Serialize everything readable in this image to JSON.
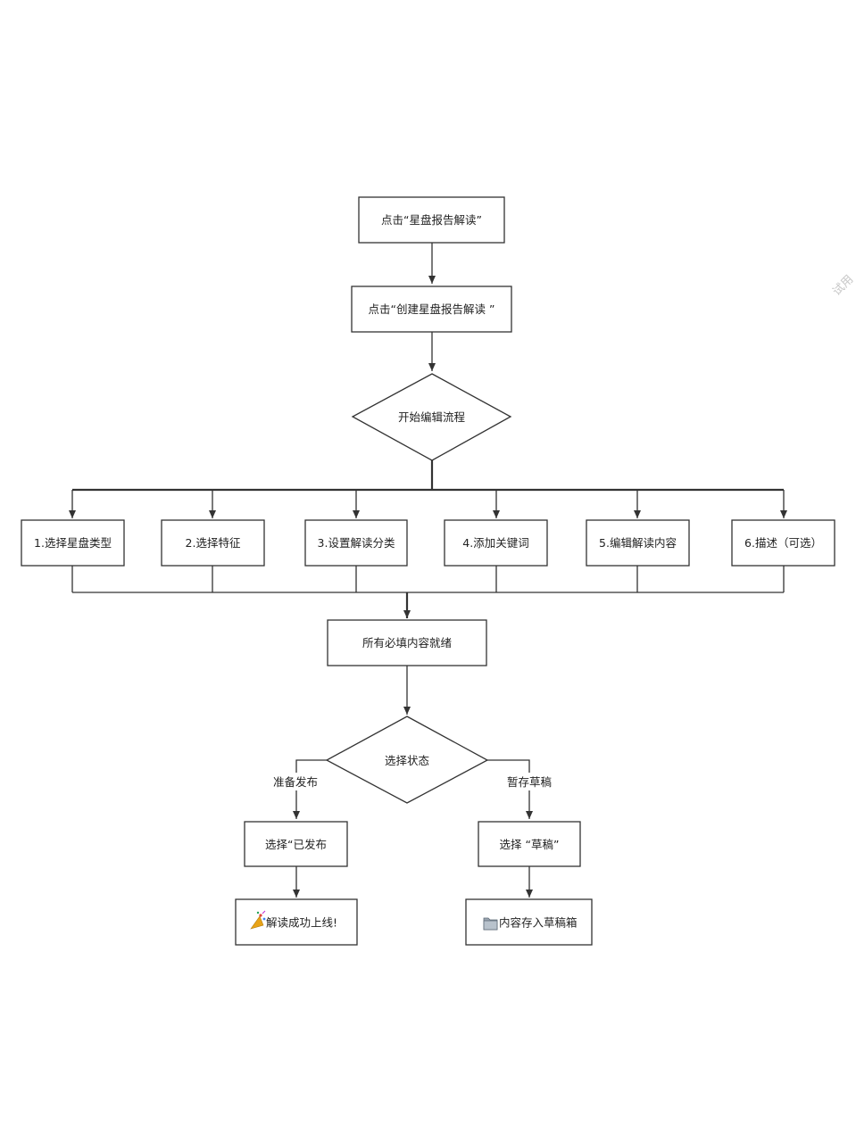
{
  "nodes": {
    "click_report": "点击“星盘报告解读”",
    "click_create": "点击“创建星盘报告解读 ”",
    "start_edit": "开始编辑流程",
    "step1": "1.选择星盘类型",
    "step2": "2.选择特征",
    "step3": "3.设置解读分类",
    "step4": "4.添加关键词",
    "step5": "5.编辑解读内容",
    "step6": "6.描述（可选）",
    "all_ready": "所有必填内容就绪",
    "choose_status": "选择状态",
    "select_published": "选择“已发布",
    "select_draft": "选择 “草稿”",
    "publish_success": "解读成功上线!",
    "draft_saved": "内容存入草稿箱"
  },
  "edges": {
    "to_publish": "准备发布",
    "to_draft": "暂存草稿"
  },
  "icons": {
    "publish_success": "party-popper-icon",
    "draft_saved": "folder-icon"
  },
  "watermark": "试用"
}
